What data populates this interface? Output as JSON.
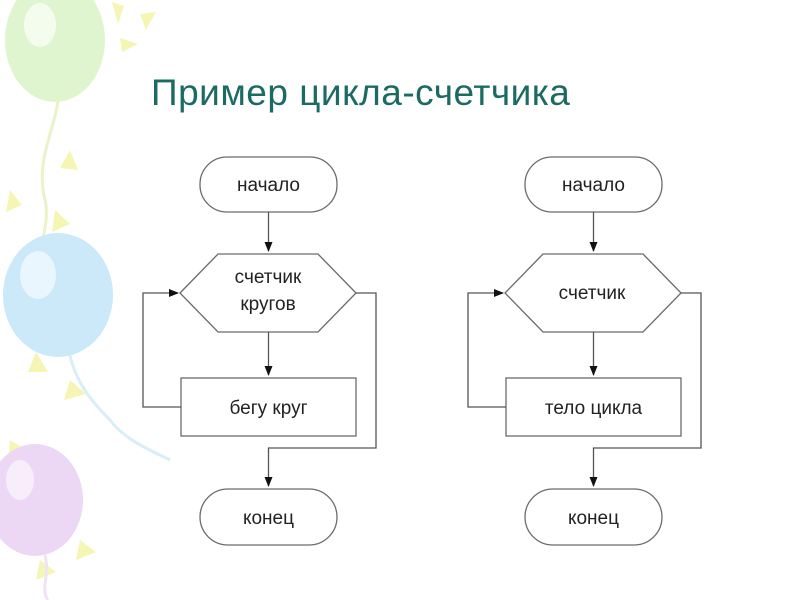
{
  "slide": {
    "title": "Пример цикла-счетчика"
  },
  "flowcharts": [
    {
      "start": "начало",
      "loop": [
        "счетчик",
        "кругов"
      ],
      "body": "бегу круг",
      "end": "конец"
    },
    {
      "start": "начало",
      "loop": [
        "счетчик"
      ],
      "body": "тело цикла",
      "end": "конец"
    }
  ],
  "colors": {
    "title": "#1b6b63",
    "node_border": "#6b6b6b",
    "arrow": "#111111",
    "balloon_green": "#d7f2c4",
    "balloon_yellow": "#f7f7b0",
    "balloon_blue": "#c7e7f7",
    "balloon_purple": "#ead4f4"
  }
}
